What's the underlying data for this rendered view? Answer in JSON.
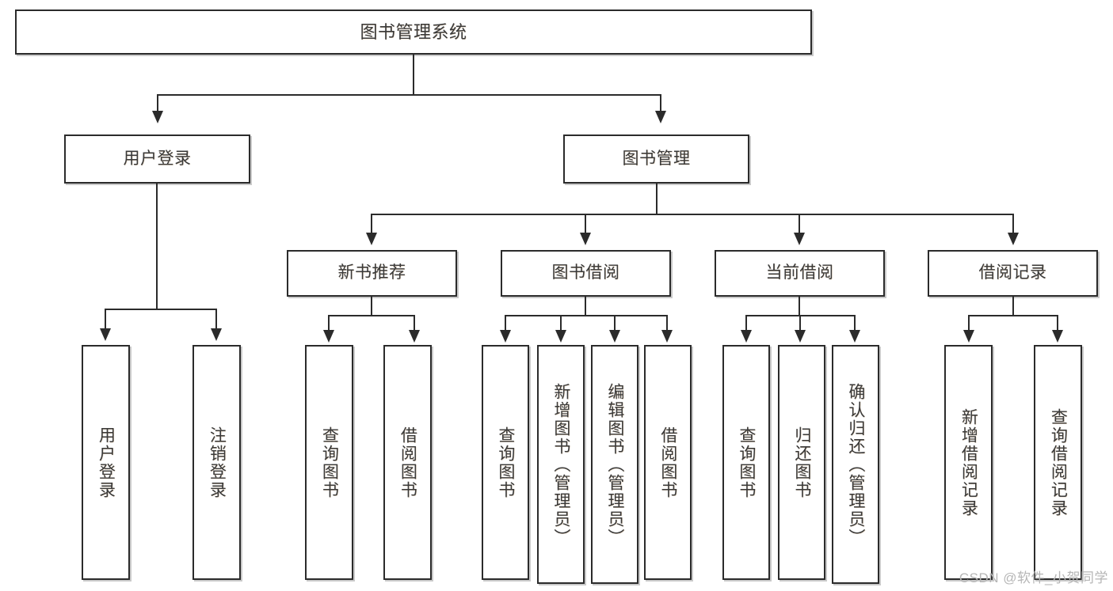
{
  "diagram": {
    "title": "图书管理系统",
    "type": "hierarchy-tree",
    "root": {
      "label": "图书管理系统"
    },
    "level2": [
      {
        "label": "用户登录"
      },
      {
        "label": "图书管理"
      }
    ],
    "level3": [
      {
        "label": "新书推荐"
      },
      {
        "label": "图书借阅"
      },
      {
        "label": "当前借阅"
      },
      {
        "label": "借阅记录"
      }
    ],
    "leaves": {
      "user_login": [
        {
          "label": "用户登录"
        },
        {
          "label": "注销登录"
        }
      ],
      "new_book_recommend": [
        {
          "label": "查询图书"
        },
        {
          "label": "借阅图书"
        }
      ],
      "book_borrow": [
        {
          "label": "查询图书"
        },
        {
          "label": "新增图书（管理员）"
        },
        {
          "label": "编辑图书（管理员）"
        },
        {
          "label": "借阅图书"
        }
      ],
      "current_borrow": [
        {
          "label": "查询图书"
        },
        {
          "label": "归还图书"
        },
        {
          "label": "确认归还（管理员）"
        }
      ],
      "borrow_record": [
        {
          "label": "新增借阅记录"
        },
        {
          "label": "查询借阅记录"
        }
      ]
    }
  },
  "watermark": {
    "text": "CSDN @软件_小贺同学"
  },
  "colors": {
    "stroke": "#2b2b2b",
    "text": "#3a3a3a",
    "background": "#ffffff",
    "shadow": "#c9c9c9",
    "watermark": "#b6b6b6"
  }
}
